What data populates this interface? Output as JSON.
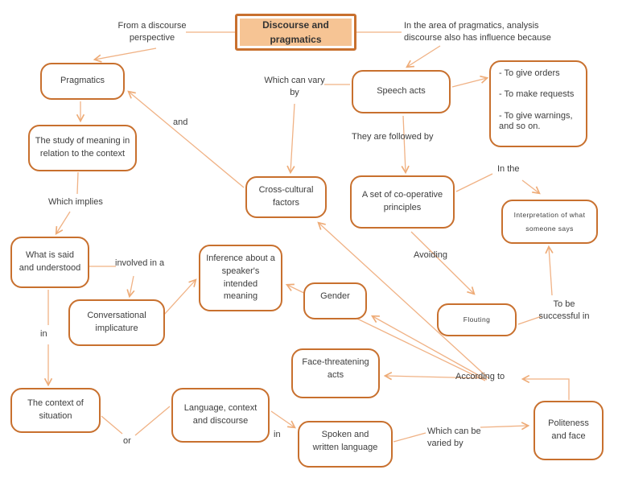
{
  "colors": {
    "box_border": "#c8702e",
    "connector": "#eeab76",
    "title_fill": "#f6c494",
    "text": "#3d3d3d"
  },
  "nodes": {
    "title": "Discourse and\npragmatics",
    "pragmatics": "Pragmatics",
    "study_of_meaning": "The study of meaning in\nrelation to the context",
    "speech_acts": "Speech acts",
    "speech_act_examples": "- To give orders\n\n- To make requests\n\n- To give warnings,\nand so on.",
    "cross_cultural": "Cross-cultural\nfactors",
    "cooperative_principles": "A set of co-operative\nprinciples",
    "interpretation": "Interpretation of what\nsomeone says",
    "what_is_said": "What is said\nand understood",
    "conversational_implicature": "Conversational\nimplicature",
    "inference": "Inference about a\nspeaker's\nintended\nmeaning",
    "gender": "Gender",
    "flouting": "Flouting",
    "face_threatening": "Face-threatening\nacts",
    "context_of_situation": "The context of\nsituation",
    "language_context_discourse": "Language, context\nand discourse",
    "spoken_written": "Spoken and\nwritten language",
    "politeness_face": "Politeness\nand face"
  },
  "labels": {
    "from_discourse": "From a discourse\nperspective",
    "influence": "In the area of pragmatics, analysis\ndiscourse also has influence because",
    "which_can_vary": "Which can vary\nby",
    "and": "and",
    "followed_by": "They are followed by",
    "in_the": "In the",
    "which_implies": "Which implies",
    "involved_in_a": "involved in a",
    "avoiding": "Avoiding",
    "to_be_successful": "To be\nsuccessful in",
    "according_to": "According to",
    "which_can_be_varied": "Which can be\nvaried by",
    "in_left": "in",
    "or": "or",
    "in_mid": "in"
  }
}
